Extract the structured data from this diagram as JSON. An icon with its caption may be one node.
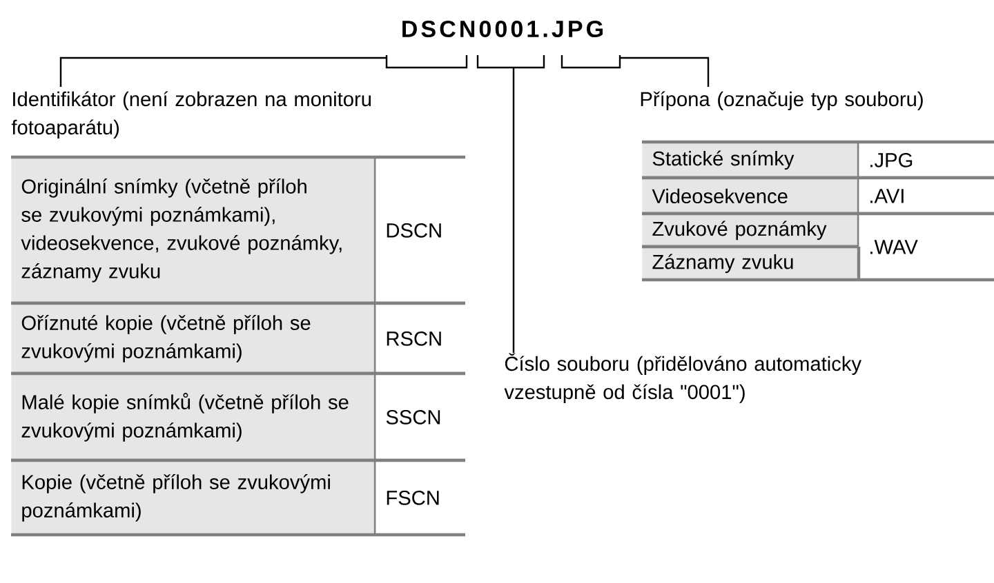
{
  "diagram": {
    "title": "DSCN0001.JPG",
    "nodes": [
      {
        "text": [
          "Identifikátor (není zobrazen na monitoru fotoaparátu)"
        ]
      },
      {
        "text": [
          "Číslo souboru (přidělováno automaticky vzestupně od čísla \"0001\")"
        ]
      },
      {
        "text": [
          "Přípona (označuje typ souboru)"
        ]
      }
    ],
    "edges": [
      {
        "from": 0,
        "to": null,
        "arrow": "none"
      },
      {
        "from": 1,
        "to": null,
        "arrow": "none"
      },
      {
        "from": 2,
        "to": null,
        "arrow": "none"
      }
    ],
    "labels": [
      "Originální snímky (včetně příloh se zvukovými poznámkami), videosekvence, zvukové poznámky, záznamy zvuku",
      "DSCN",
      "Oříznuté kopie (včetně příloh se zvukovými poznámkami)",
      "RSCN",
      "Malé kopie snímků (včetně příloh se zvukovými poznámkami)",
      "SSCN",
      "Kopie (včetně příloh se zvukovými poznámkami)",
      "FSCN",
      "Statické snímky",
      ".JPG",
      "Videosekvence",
      ".AVI",
      "Zvukové poznámky",
      ".WAV",
      "Záznamy zvuku"
    ]
  }
}
